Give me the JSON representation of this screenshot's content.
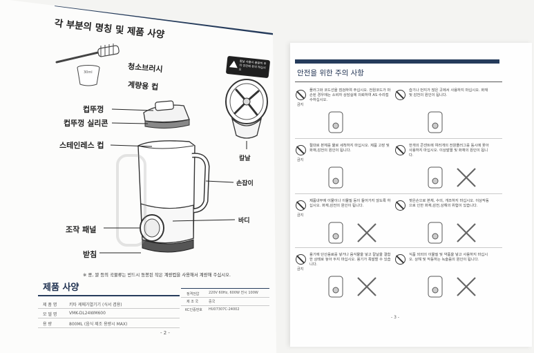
{
  "left_page": {
    "title": "각 부분의 명칭 및 제품 사양",
    "labels": {
      "brush": "청소브러시",
      "cup": "계량용 컵",
      "cup_marking": "30ml",
      "lid": "컵뚜껑",
      "lid_silicone": "컵뚜껑 실리콘",
      "steel_cup": "스테인레스 컵",
      "handle": "손잡이",
      "body": "바디",
      "panel": "조작 패널",
      "base": "받침",
      "blade": "칼날"
    },
    "blade_warning": "칼날 사용시 충분히 주의 안전에 유의 하십시오",
    "note": "※ 콩, 쌀 등의 곡물류는 반드시 동봉된 작은 계량컵을 사용해서 계량해 주십시오.",
    "spec_title": "제품 사양",
    "spec_left": [
      {
        "k": "제 품 명",
        "v": "키타 케메가열기기 (식서 겸용)"
      },
      {
        "k": "모 델 명",
        "v": "VMK-DL24WM600"
      },
      {
        "k": "용    량",
        "v": "800ML (음식 제조 용량시 MAX)"
      }
    ],
    "spec_right": [
      {
        "k": "정격전압",
        "v": "220V 60Hz, 600W 전시 100W"
      },
      {
        "k": "제 조 국",
        "v": "중국"
      },
      {
        "k": "KC인증번호",
        "v": "HU07307C-24002"
      }
    ],
    "page_number": "- 2 -"
  },
  "right_page": {
    "title": "안전을 위한 주의 사항",
    "prohibit_label": "금지",
    "warnings": [
      {
        "text": "플러그와 코드선을 점검하여 주십시오. 전원코드가 마손된 경우에는 소비자 상담실에 의뢰하여 AS 수리접수하십시오."
      },
      {
        "text": "습기나 먼지가 많은 곳에서 사용하지 마십시오. 화재 및 감전의 원인이 됩니다."
      },
      {
        "text": "절대로 본체를 물로 세척하지 마십시오. 제품 고장 및 화재,감전의 원인이 됩니다."
      },
      {
        "text": "한개의 콘센트에 여러개의 전원플러그를 동시에 꽂아 사용하지 마십시오. 이상발열 및 화재의 원인이 됩니다."
      },
      {
        "text": "제품내부에 이물이나 이물질 등이 들어가지 않도록 하십시오. 화재,감전의 원인이 됩니다."
      },
      {
        "text": "젖은손으로 본체, 수의, 개조하지 마십시오. 이상작동으로 인한 화재,감전,상해의 위험이 있습니다."
      },
      {
        "text": "용기에 단산음료를 넣거나 음식물을 넣고 칼날을 결합한 상태로 놓아 두지 마십시오. 용기가 폭발할 수 있습니다."
      },
      {
        "text": "식품 외외의 이물질 및 약품을 넣고 사용하지 마십시오. 상해 및 작동하는 녹슬음의 원인이 됩니다."
      }
    ],
    "page_number": "- 3 -"
  },
  "colors": {
    "header_bar": "#253b5b",
    "ink": "#222222"
  }
}
